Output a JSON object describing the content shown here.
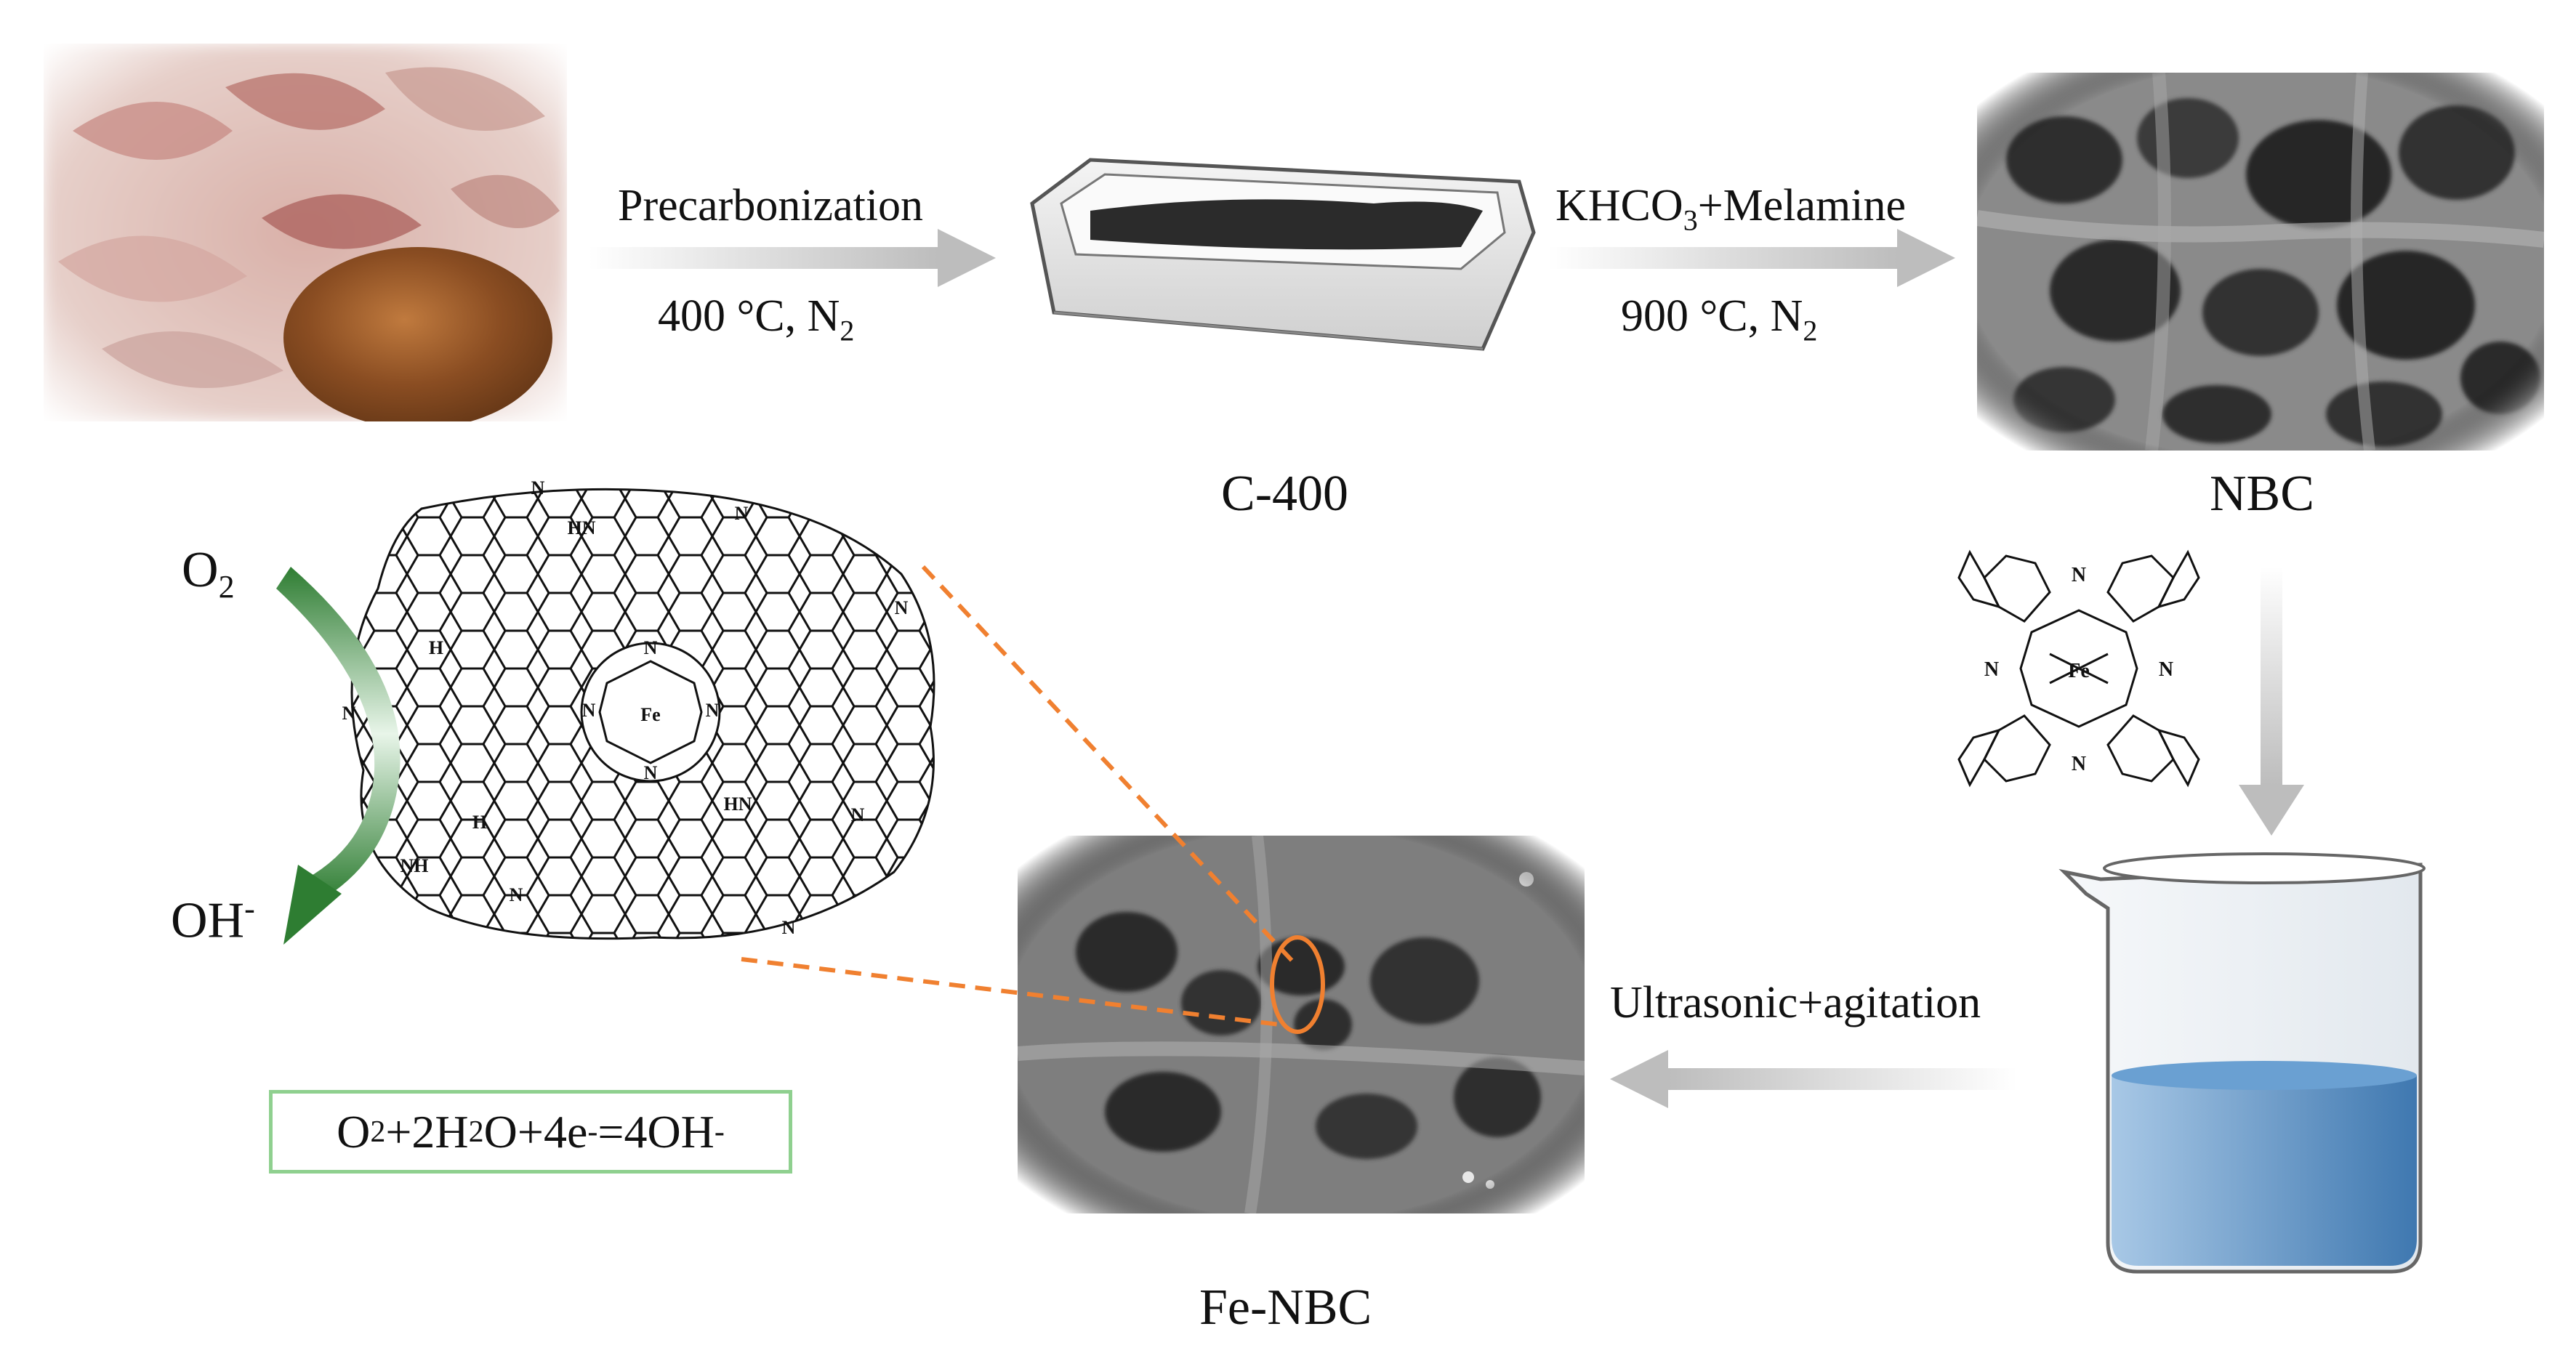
{
  "steps": {
    "step1": {
      "label_top": "Precarbonization",
      "label_bottom": "400 °C, N",
      "label_bottom_sub": "2"
    },
    "step2": {
      "label_top": "KHCO",
      "label_top_sub": "3",
      "label_top_rest": "+Melamine",
      "label_bottom": "900 °C, N",
      "label_bottom_sub": "2"
    },
    "step3": {
      "label": "Ultrasonic+agitation"
    }
  },
  "products": {
    "c400": "C-400",
    "nbc": "NBC",
    "fe_nbc": "Fe-NBC"
  },
  "orr": {
    "o2_main": "O",
    "o2_sub": "2",
    "oh_main": "OH",
    "oh_sup": "-"
  },
  "equation": {
    "p1": "O",
    "s1": "2",
    "p2": "+2H",
    "s2": "2",
    "p3": "O+4e",
    "sup1": "-",
    "p4": "=4OH",
    "sup2": "-"
  },
  "molecule_labels": {
    "fe": "Fe",
    "n": "N",
    "nh": "NH",
    "hn": "HN",
    "h": "H"
  },
  "colors": {
    "arrow_gray": "#cfcfcf",
    "dash_orange": "#f08030",
    "equation_border": "#8fd08f",
    "green_arrow": "#2e8b3a",
    "liquid": "#4a86c0"
  }
}
